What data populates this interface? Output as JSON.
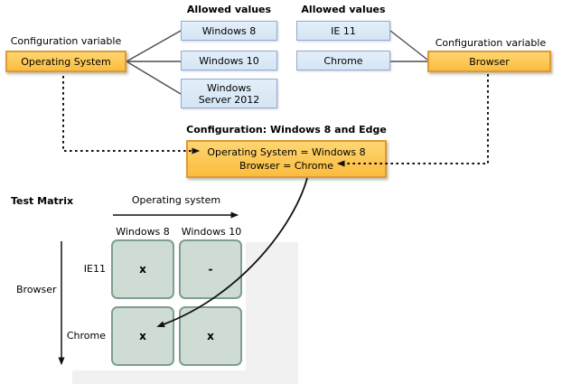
{
  "left_variable": {
    "label": "Configuration variable",
    "name": "Operating System"
  },
  "left_allowed": {
    "header": "Allowed values",
    "values": [
      "Windows 8",
      "Windows 10",
      "Windows Server 2012"
    ]
  },
  "right_allowed": {
    "header": "Allowed values",
    "values": [
      "IE 11",
      "Chrome"
    ]
  },
  "right_variable": {
    "label": "Configuration variable",
    "name": "Browser"
  },
  "configuration": {
    "title": "Configuration: Windows 8 and Edge",
    "line1": "Operating System = Windows 8",
    "line2": "Browser = Chrome"
  },
  "matrix": {
    "title": "Test Matrix",
    "x_axis": "Operating system",
    "y_axis": "Browser",
    "columns": [
      "Windows 8",
      "Windows 10"
    ],
    "rows": [
      "IE11",
      "Chrome"
    ],
    "cells": [
      [
        "x",
        "-"
      ],
      [
        "x",
        "x"
      ]
    ]
  },
  "colors": {
    "variable_fill": "#FCC44F",
    "variable_border": "#DE9934",
    "value_fill": "#DCE9F7",
    "value_border": "#94A9D6",
    "cell_fill": "#CFDCD4",
    "cell_border": "#7D9E90",
    "panel_gray": "#F1F1F1",
    "connector": "#4D4D4D",
    "arrow": "#111111"
  }
}
